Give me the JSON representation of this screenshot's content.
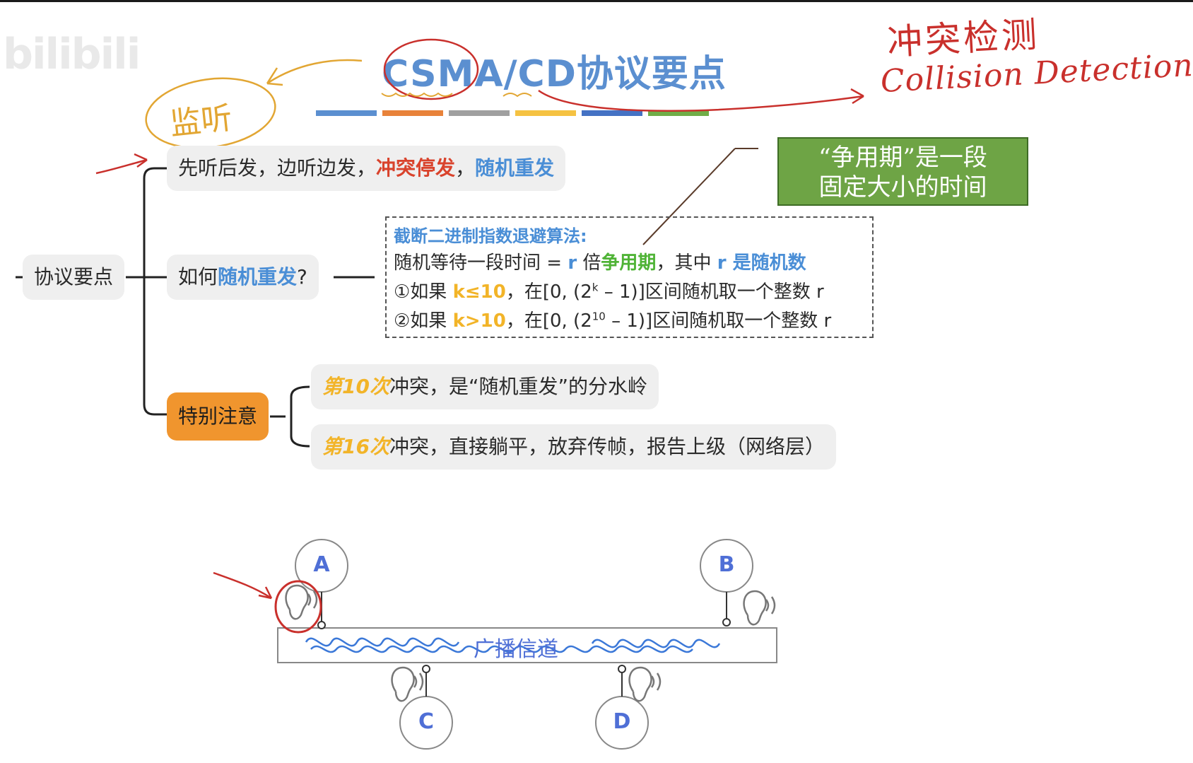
{
  "watermark": "bilibili",
  "title": "CSMA/CD协议要点",
  "title_bar_colors": [
    "#5b8fd0",
    "#e8823a",
    "#a0a0a0",
    "#f5c242",
    "#4472c4",
    "#70ad47"
  ],
  "annotations": {
    "listen": "监听",
    "collision_cn": "冲突检测",
    "collision_en": "Collision Detection"
  },
  "mindmap": {
    "root": "协议要点",
    "branch1": {
      "p1": "先听后发，边听边发，",
      "p2": "冲突停发",
      "p3": "，",
      "p4": "随机重发"
    },
    "branch2": {
      "p1": "如何",
      "p2": "随机重发",
      "p3": "?"
    },
    "branch3": {
      "label": "特别注意",
      "item1": {
        "em": "第10次",
        "text": "冲突，是“随机重发”的分水岭"
      },
      "item2": {
        "em": "第16次",
        "text": "冲突，直接躺平，放弃传帧，报告上级（网络层）"
      }
    }
  },
  "algorithm": {
    "header": "截断二进制指数退避算法:",
    "line1": {
      "a": "随机等待一段时间 = ",
      "r1": "r",
      "b": " 倍",
      "term": "争用期",
      "c": "，其中 ",
      "r2": "r 是随机数"
    },
    "line2": {
      "a": "①如果 ",
      "cond": "k≤10",
      "b": "，在[0, (2",
      "exp": "k",
      "c": " – 1)]区间随机取一个整数 r"
    },
    "line3": {
      "a": "②如果 ",
      "cond": "k>10",
      "b": "，在[0, (2",
      "exp": "10",
      "c": " – 1)]区间随机取一个整数 r"
    }
  },
  "note": {
    "line1": "“争用期”是一段",
    "line2": "固定大小的时间"
  },
  "network": {
    "nodes": [
      "A",
      "B",
      "C",
      "D"
    ],
    "channel": "广播信道"
  }
}
